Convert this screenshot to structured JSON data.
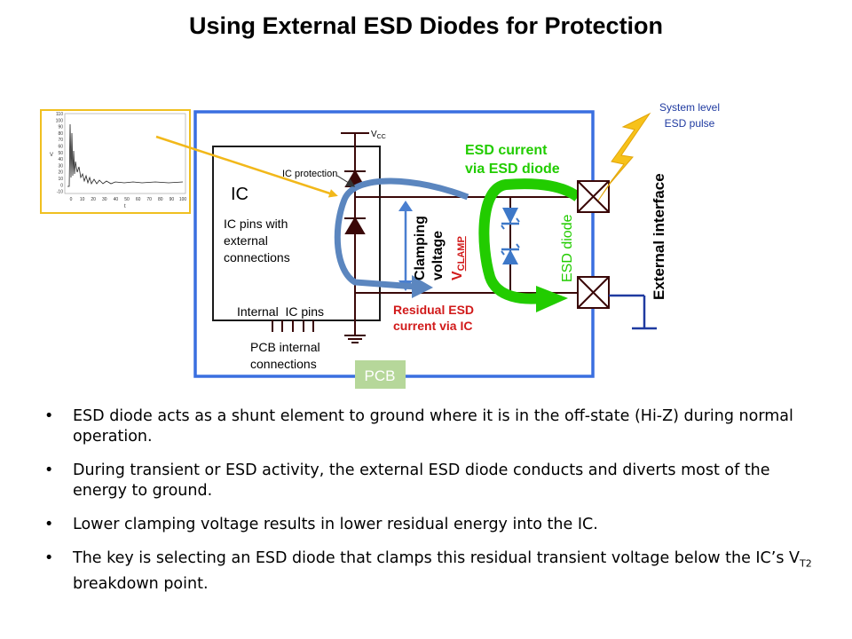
{
  "title": "Using External ESD Diodes for Protection",
  "diagram": {
    "esd_pulse_line1": "System level",
    "esd_pulse_line2": "ESD pulse",
    "vcc_main": "V",
    "vcc_sub": "CC",
    "ic_protection": "IC protection",
    "ic_label": "IC",
    "ic_pins_line1": "IC pins with",
    "ic_pins_line2": "external",
    "ic_pins_line3": "connections",
    "internal_ic_pins": "Internal  IC pins",
    "pcb_internal_line1": "PCB internal",
    "pcb_internal_line2": "connections",
    "pcb_tag": "PCB",
    "esd_current_line1": "ESD current",
    "esd_current_line2": "via ESD diode",
    "clamping_line1": "Clamping",
    "clamping_line2": "voltage",
    "vclamp_main": "V",
    "vclamp_sub": "CLAMP",
    "esd_diode": "ESD diode",
    "external_interface": "External interface",
    "residual_line1": "Residual ESD",
    "residual_line2": "current via IC",
    "scope": {
      "y_ticks": [
        "110",
        "100",
        "90",
        "80",
        "70",
        "60",
        "50",
        "40",
        "30",
        "20",
        "10",
        "0",
        "-10"
      ],
      "x_ticks": [
        "0",
        "10",
        "20",
        "30",
        "40",
        "50",
        "60",
        "70",
        "80",
        "90",
        "100"
      ],
      "y_label": "V",
      "x_label": "t"
    }
  },
  "bullets": [
    "ESD diode acts as a shunt element to ground where it is in the off-state (Hi-Z) during normal operation.",
    "During transient or ESD activity, the external ESD diode conducts and diverts most of the energy to ground.",
    "Lower clamping voltage results in lower residual energy into the IC."
  ],
  "bullet4": {
    "pre": "The key is selecting an ESD diode that clamps this residual transient voltage below the IC’s V",
    "sub": "T2",
    "post": " breakdown point."
  },
  "colors": {
    "pcb_border": "#3a6fe0",
    "esd_green": "#22cc00",
    "residual_red": "#d11a1a",
    "scope_frame": "#f0c020",
    "blue_arrow": "#5b86bf",
    "pulse_yellow": "#f7c21a",
    "ground_line": "#1f3aa0",
    "pcb_tag_bg": "#b6d79a"
  }
}
